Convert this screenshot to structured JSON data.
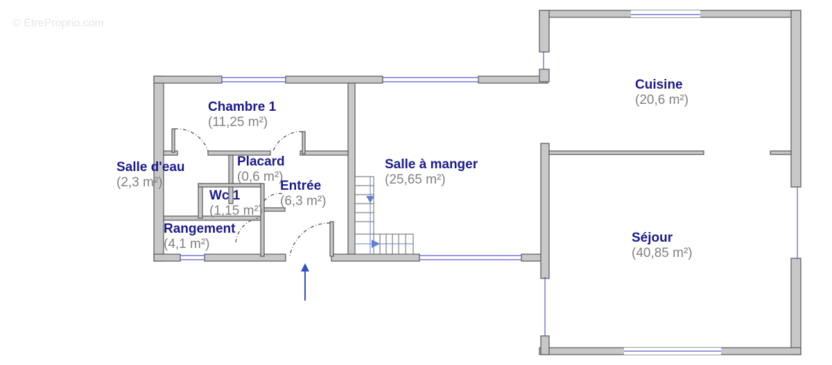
{
  "watermark": "© EtreProprio.com",
  "colors": {
    "wall": "#c8c8c8",
    "room_name": "#1a1a8c",
    "area": "#808080",
    "window": "#5a5ad0",
    "arrow": "#3050c0"
  },
  "rooms": [
    {
      "name": "Chambre 1",
      "area": "(11,25 m²)"
    },
    {
      "name": "Salle d'eau",
      "area": "(2,3 m²)"
    },
    {
      "name": "Placard",
      "area": "(0,6 m²)"
    },
    {
      "name": "Entrée",
      "area": "(6,3 m²)"
    },
    {
      "name": "Wc 1",
      "area": "(1,15 m²)"
    },
    {
      "name": "Rangement",
      "area": "(4,1 m²)"
    },
    {
      "name": "Salle à manger",
      "area": "(25,65 m²)"
    },
    {
      "name": "Cuisine",
      "area": "(20,6 m²)"
    },
    {
      "name": "Séjour",
      "area": "(40,85 m²)"
    }
  ]
}
